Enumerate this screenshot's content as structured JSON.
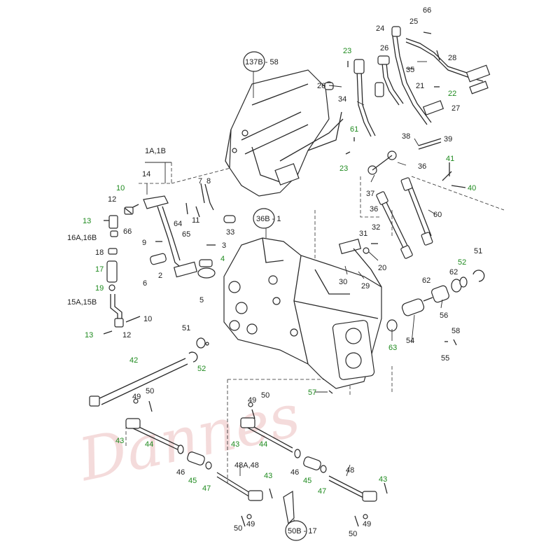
{
  "watermark": "Dannes",
  "colors": {
    "ink": "#1e1e1e",
    "green_label": "#1e8a1e",
    "watermark": "#e29a9a"
  },
  "labels": {
    "l66top": "66",
    "l25": "25",
    "l24": "24",
    "l23a": "23",
    "l26a": "26",
    "l28": "28",
    "l35": "35",
    "l137b": "137B - 58",
    "l26b": "26",
    "l21": "21",
    "l22": "22",
    "l34": "34",
    "l27": "27",
    "l61": "61",
    "l38": "38",
    "l39": "39",
    "l23b": "23",
    "l36": "36",
    "l41": "41",
    "l40": "40",
    "l37": "37",
    "l36b": "36",
    "l1a1b": "1A,1B",
    "l14": "14",
    "l10a": "10",
    "l7": "7",
    "l8": "8",
    "l12a": "12",
    "l13a": "13",
    "l66": "66",
    "l64": "64",
    "l11": "11",
    "l65": "65",
    "l33": "33",
    "l36b1": "36B - 1",
    "l31": "31",
    "l32": "32",
    "l60": "60",
    "l16": "16A,16B",
    "l18": "18",
    "l9": "9",
    "l3": "3",
    "l4": "4",
    "l17": "17",
    "l2": "2",
    "l6": "6",
    "l5": "5",
    "l30": "30",
    "l29": "29",
    "l20": "20",
    "l52a": "52",
    "l51a": "51",
    "l62a": "62",
    "l62b": "62",
    "l19": "19",
    "l15": "15A,15B",
    "l10b": "10",
    "l56": "56",
    "l13b": "13",
    "l12b": "12",
    "l51b": "51",
    "l52b": "52",
    "l58": "58",
    "l63": "63",
    "l54": "54",
    "l55": "55",
    "l42": "42",
    "l50a": "50",
    "l49a": "49",
    "l57": "57",
    "l50b": "50",
    "l49b": "49",
    "l43a": "43",
    "l44a": "44",
    "l43b": "43",
    "l44b": "44",
    "l46a": "46",
    "l45a": "45",
    "l47a": "47",
    "l48a": "48A,48",
    "l43c": "43",
    "l46b": "46",
    "l45b": "45",
    "l47b": "47",
    "l48": "48",
    "l43d": "43",
    "l50c": "50",
    "l49c": "49",
    "l50b17": "50B - 17",
    "l49d": "49",
    "l50d": "50"
  }
}
